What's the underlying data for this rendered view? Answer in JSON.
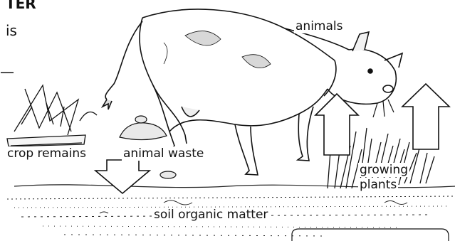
{
  "left_text_fragments": {
    "line1": "TER",
    "line2": "is",
    "line3": "—"
  },
  "labels": {
    "animals": "animals",
    "crop_remains": "crop remains",
    "animal_waste": "animal waste",
    "growing": "growing",
    "plants": "plants",
    "soil_organic_matter": "soil organic matter"
  },
  "icons": [
    "cow-illustration",
    "crop-remains-illustration",
    "dung-pile-illustration",
    "grass-tuft-illustration",
    "arrow-down-icon",
    "arrow-up-icon"
  ]
}
